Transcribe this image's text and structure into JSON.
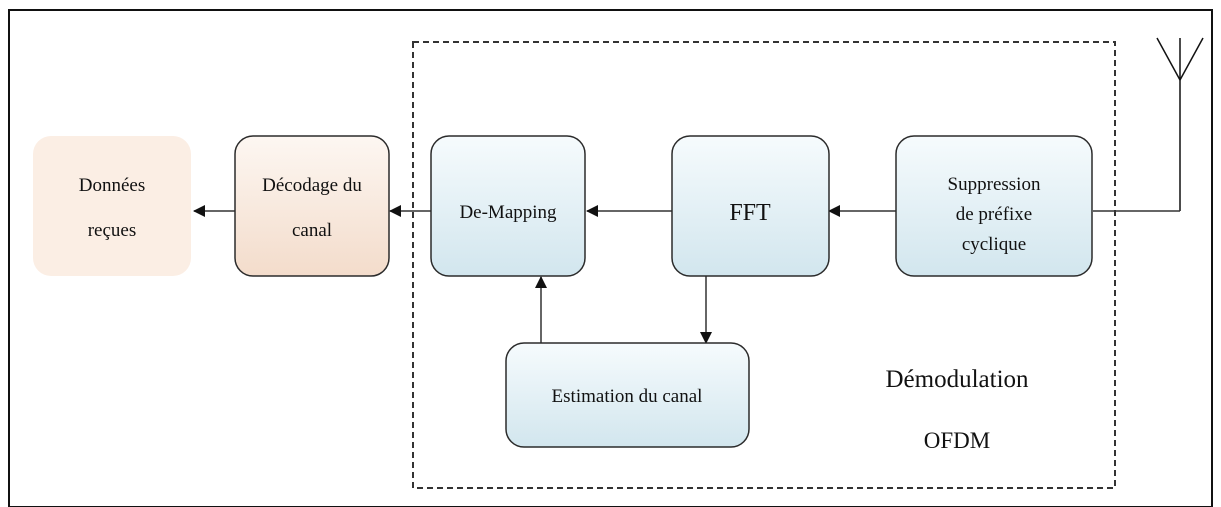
{
  "blocks": {
    "donnees": [
      "Données",
      "reçues"
    ],
    "decodage": [
      "Décodage du",
      "canal"
    ],
    "demapping": [
      "De-Mapping"
    ],
    "fft": [
      "FFT"
    ],
    "suppression": [
      "Suppression",
      "de préfixe",
      "cyclique"
    ],
    "estimation": [
      "Estimation du canal"
    ]
  },
  "region_label": [
    "Démodulation",
    "OFDM"
  ],
  "colors": {
    "blue_fill_top": "#f6fbfd",
    "blue_fill_bottom": "#d2e6ee",
    "orange_fill_top": "#fdf7f2",
    "orange_fill_bottom": "#f3dccb",
    "faded_fill": "#fbeee4",
    "stroke": "#2b2b2b"
  }
}
